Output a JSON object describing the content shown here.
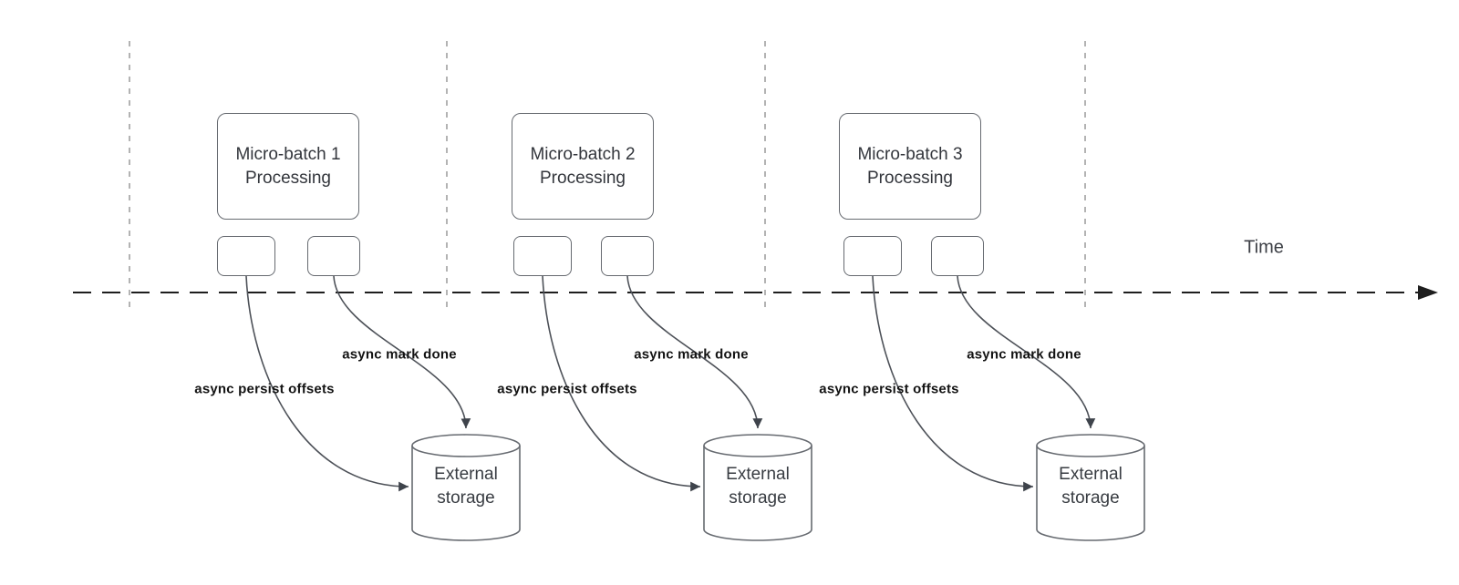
{
  "diagram": {
    "time_label": "Time",
    "groups": [
      {
        "box_line1": "Micro-batch 1",
        "box_line2": "Processing",
        "persist_label": "async persist offsets",
        "done_label": "async mark done",
        "storage_line1": "External",
        "storage_line2": "storage"
      },
      {
        "box_line1": "Micro-batch 2",
        "box_line2": "Processing",
        "persist_label": "async persist offsets",
        "done_label": "async mark done",
        "storage_line1": "External",
        "storage_line2": "storage"
      },
      {
        "box_line1": "Micro-batch 3",
        "box_line2": "Processing",
        "persist_label": "async persist offsets",
        "done_label": "async mark done",
        "storage_line1": "External",
        "storage_line2": "storage"
      }
    ],
    "colors": {
      "background": "#ffffff",
      "box_border": "#666a70",
      "box_text": "#33363c",
      "edge_label_text": "#131313",
      "timeline": "#1e1e1e",
      "guide_line": "#b3b3b3",
      "arrow_stroke": "#4d5158",
      "arrow_fill": "#3e434b"
    }
  }
}
